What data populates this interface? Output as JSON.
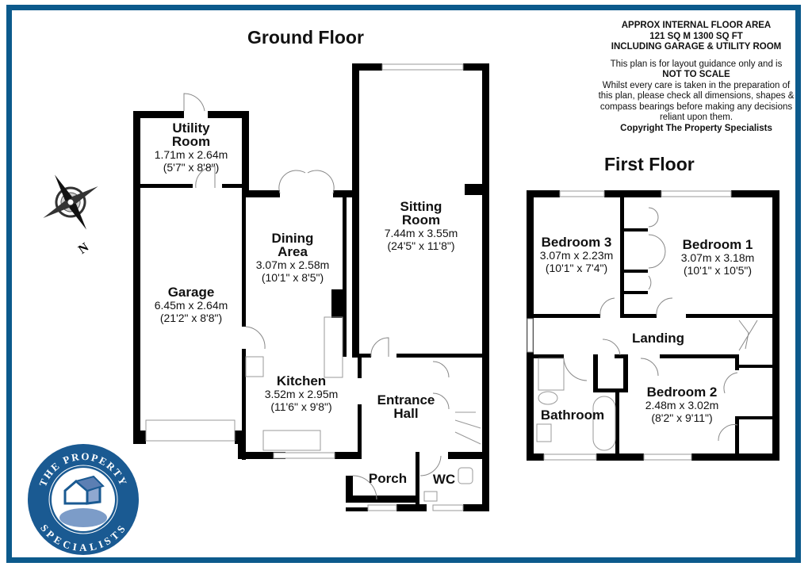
{
  "titles": {
    "ground_floor": "Ground Floor",
    "first_floor": "First Floor"
  },
  "notes": {
    "area_line1": "APPROX INTERNAL FLOOR AREA",
    "area_line2": "121 SQ M 1300 SQ FT",
    "area_line3": "INCLUDING GARAGE & UTILITY ROOM",
    "disclaimer1": "This plan is for layout guidance only and is",
    "disclaimer2": "NOT TO SCALE",
    "disclaimer3": "Whilst every care is taken in the preparation of this plan, please check all dimensions, shapes & compass bearings before making any decisions reliant upon them.",
    "copyright": "Copyright The Property Specialists"
  },
  "compass": {
    "label": "N"
  },
  "logo": {
    "top_text": "THE PROPERTY",
    "bottom_text": "SPECIALISTS",
    "color": "#1a5a92"
  },
  "frame_color": "#0c5a8c",
  "ground_floor_rooms": [
    {
      "name": "Utility Room",
      "name_l1": "Utility",
      "name_l2": "Room",
      "metric": "1.71m x 2.64m",
      "imperial": "(5'7\" x 8'8\")"
    },
    {
      "name": "Garage",
      "metric": "6.45m x 2.64m",
      "imperial": "(21'2\" x 8'8\")"
    },
    {
      "name": "Dining Area",
      "name_l1": "Dining",
      "name_l2": "Area",
      "metric": "3.07m x 2.58m",
      "imperial": "(10'1\" x 8'5\")"
    },
    {
      "name": "Sitting Room",
      "name_l1": "Sitting",
      "name_l2": "Room",
      "metric": "7.44m x 3.55m",
      "imperial": "(24'5\" x 11'8\")"
    },
    {
      "name": "Kitchen",
      "metric": "3.52m x 2.95m",
      "imperial": "(11'6\" x 9'8\")"
    },
    {
      "name": "Entrance Hall",
      "name_l1": "Entrance",
      "name_l2": "Hall"
    },
    {
      "name": "Porch"
    },
    {
      "name": "WC"
    }
  ],
  "first_floor_rooms": [
    {
      "name": "Bedroom 3",
      "metric": "3.07m x 2.23m",
      "imperial": "(10'1\" x 7'4\")"
    },
    {
      "name": "Bedroom 1",
      "metric": "3.07m x 3.18m",
      "imperial": "(10'1\" x 10'5\")"
    },
    {
      "name": "Landing"
    },
    {
      "name": "Bedroom 2",
      "metric": "2.48m x 3.02m",
      "imperial": "(8'2\" x 9'11\")"
    },
    {
      "name": "Bathroom"
    }
  ]
}
